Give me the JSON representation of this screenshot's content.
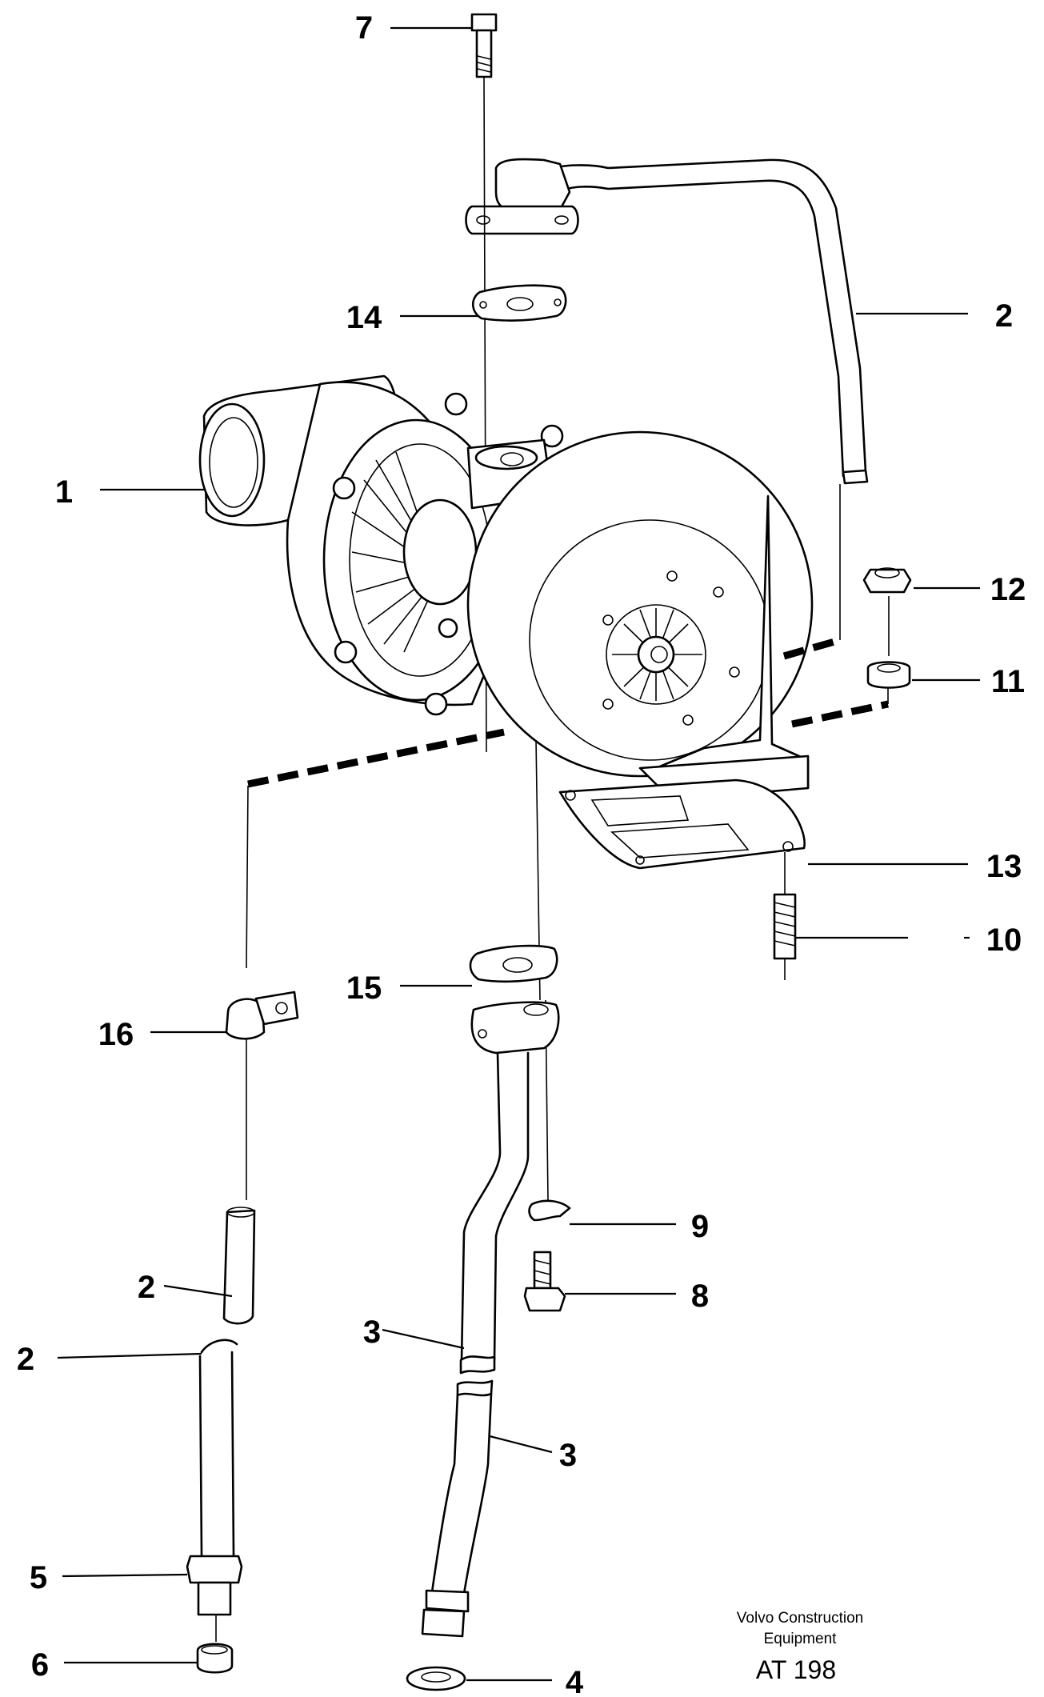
{
  "callouts": {
    "c7": "7",
    "c14": "14",
    "c2_top": "2",
    "c1": "1",
    "c12": "12",
    "c11": "11",
    "c13": "13",
    "c10": "10",
    "c15": "15",
    "c16": "16",
    "c9": "9",
    "c8": "8",
    "c2_mid": "2",
    "c2_low": "2",
    "c3_a": "3",
    "c3_b": "3",
    "c5": "5",
    "c6": "6",
    "c4": "4"
  },
  "title_block": {
    "line1": "Volvo Construction",
    "line2": "Equipment",
    "code": "AT 198"
  }
}
